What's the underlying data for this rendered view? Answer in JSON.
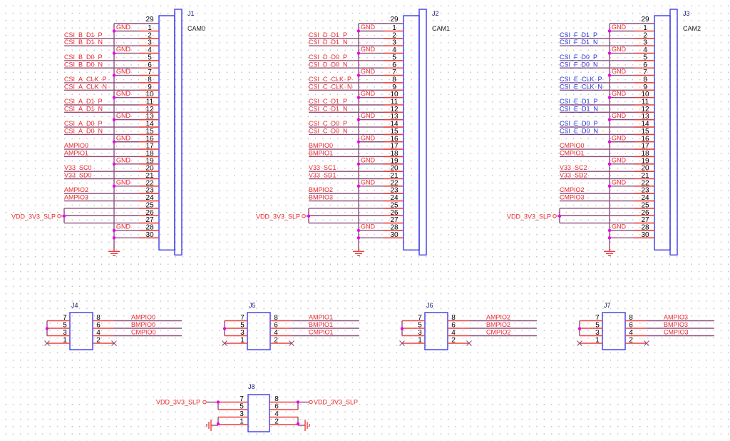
{
  "schematic": {
    "colors": {
      "wire": "#8e4d7e",
      "pin": "#f03c3c",
      "body": "#3c3ce6",
      "junction": "#ee00ee",
      "net_red": "#e8292b",
      "net_blue": "#2332d8"
    },
    "cam_connectors": [
      {
        "ref": "J1",
        "value": "CAM0",
        "net_color": "red",
        "pin_top_label": "29",
        "rows": [
          {
            "pin": "1",
            "net": "GND",
            "gnd": true
          },
          {
            "pin": "2",
            "net": "CSI_B_D1_P"
          },
          {
            "pin": "3",
            "net": "CSI_B_D1_N"
          },
          {
            "pin": "4",
            "net": "GND",
            "gnd": true
          },
          {
            "pin": "5",
            "net": "CSI_B_D0_P"
          },
          {
            "pin": "6",
            "net": "CSI_B_D0_N"
          },
          {
            "pin": "7",
            "net": "GND",
            "gnd": true
          },
          {
            "pin": "8",
            "net": "CSI_A_CLK_P"
          },
          {
            "pin": "9",
            "net": "CSI_A_CLK_N"
          },
          {
            "pin": "10",
            "net": "GND",
            "gnd": true
          },
          {
            "pin": "11",
            "net": "CSI_A_D1_P"
          },
          {
            "pin": "12",
            "net": "CSI_A_D1_N"
          },
          {
            "pin": "13",
            "net": "GND",
            "gnd": true
          },
          {
            "pin": "14",
            "net": "CSI_A_D0_P"
          },
          {
            "pin": "15",
            "net": "CSI_A_D0_N"
          },
          {
            "pin": "16",
            "net": "GND",
            "gnd": true
          },
          {
            "pin": "17",
            "net": "AMPIO0"
          },
          {
            "pin": "18",
            "net": "AMPIO1"
          },
          {
            "pin": "19",
            "net": "GND",
            "gnd": true
          },
          {
            "pin": "20",
            "net": "V33_SC0"
          },
          {
            "pin": "21",
            "net": "V33_SD0"
          },
          {
            "pin": "22",
            "net": "GND",
            "gnd": true
          },
          {
            "pin": "23",
            "net": "AMPIO2"
          },
          {
            "pin": "24",
            "net": "AMPIO3"
          },
          {
            "pin": "25",
            "net": ""
          },
          {
            "pin": "26",
            "net": "",
            "vdd": true
          },
          {
            "pin": "27",
            "net": "",
            "vdd": true
          },
          {
            "pin": "28",
            "net": "GND",
            "gnd": true
          },
          {
            "pin": "30",
            "net": "",
            "gnd": true
          }
        ],
        "power_label": "VDD_3V3_SLP"
      },
      {
        "ref": "J2",
        "value": "CAM1",
        "net_color": "red",
        "pin_top_label": "29",
        "rows": [
          {
            "pin": "1",
            "net": "GND",
            "gnd": true
          },
          {
            "pin": "2",
            "net": "CSI_D_D1_P"
          },
          {
            "pin": "3",
            "net": "CSI_D_D1_N"
          },
          {
            "pin": "4",
            "net": "GND",
            "gnd": true
          },
          {
            "pin": "5",
            "net": "CSI_D_D0_P"
          },
          {
            "pin": "6",
            "net": "CSI_D_D0_N"
          },
          {
            "pin": "7",
            "net": "GND",
            "gnd": true
          },
          {
            "pin": "8",
            "net": "CSI_C_CLK_P"
          },
          {
            "pin": "9",
            "net": "CSI_C_CLK_N"
          },
          {
            "pin": "10",
            "net": "GND",
            "gnd": true
          },
          {
            "pin": "11",
            "net": "CSI_C_D1_P"
          },
          {
            "pin": "12",
            "net": "CSI_C_D1_N"
          },
          {
            "pin": "13",
            "net": "GND",
            "gnd": true
          },
          {
            "pin": "14",
            "net": "CSI_C_D0_P"
          },
          {
            "pin": "15",
            "net": "CSI_C_D0_N"
          },
          {
            "pin": "16",
            "net": "GND",
            "gnd": true
          },
          {
            "pin": "17",
            "net": "BMPIO0"
          },
          {
            "pin": "18",
            "net": "BMPIO1"
          },
          {
            "pin": "19",
            "net": "GND",
            "gnd": true
          },
          {
            "pin": "20",
            "net": "V33_SC1"
          },
          {
            "pin": "21",
            "net": "V33_SD1"
          },
          {
            "pin": "22",
            "net": "GND",
            "gnd": true
          },
          {
            "pin": "23",
            "net": "BMPIO2"
          },
          {
            "pin": "24",
            "net": "BMPIO3"
          },
          {
            "pin": "25",
            "net": ""
          },
          {
            "pin": "26",
            "net": "",
            "vdd": true
          },
          {
            "pin": "27",
            "net": "",
            "vdd": true
          },
          {
            "pin": "28",
            "net": "GND",
            "gnd": true
          },
          {
            "pin": "30",
            "net": "",
            "gnd": true
          }
        ],
        "power_label": "VDD_3V3_SLP"
      },
      {
        "ref": "J3",
        "value": "CAM2",
        "net_color": "mixed",
        "pin_top_label": "29",
        "rows": [
          {
            "pin": "1",
            "net": "GND",
            "gnd": true
          },
          {
            "pin": "2",
            "net": "CSI_F_D1_P",
            "blue": true
          },
          {
            "pin": "3",
            "net": "CSI_F_D1_N",
            "blue": true
          },
          {
            "pin": "4",
            "net": "GND",
            "gnd": true
          },
          {
            "pin": "5",
            "net": "CSI_F_D0_P",
            "blue": true
          },
          {
            "pin": "6",
            "net": "CSI_F_D0_N",
            "blue": true
          },
          {
            "pin": "7",
            "net": "GND",
            "gnd": true
          },
          {
            "pin": "8",
            "net": "CSI_E_CLK_P",
            "blue": true
          },
          {
            "pin": "9",
            "net": "CSI_E_CLK_N",
            "blue": true
          },
          {
            "pin": "10",
            "net": "GND",
            "gnd": true
          },
          {
            "pin": "11",
            "net": "CSI_E_D1_P",
            "blue": true
          },
          {
            "pin": "12",
            "net": "CSI_E_D1_N",
            "blue": true
          },
          {
            "pin": "13",
            "net": "GND",
            "gnd": true
          },
          {
            "pin": "14",
            "net": "CSI_E_D0_P",
            "blue": true
          },
          {
            "pin": "15",
            "net": "CSI_E_D0_N",
            "blue": true
          },
          {
            "pin": "16",
            "net": "GND",
            "gnd": true
          },
          {
            "pin": "17",
            "net": "CMPIO0"
          },
          {
            "pin": "18",
            "net": "CMPIO1"
          },
          {
            "pin": "19",
            "net": "GND",
            "gnd": true
          },
          {
            "pin": "20",
            "net": "V33_SC2"
          },
          {
            "pin": "21",
            "net": "V33_SD2"
          },
          {
            "pin": "22",
            "net": "GND",
            "gnd": true
          },
          {
            "pin": "23",
            "net": "CMPIO2"
          },
          {
            "pin": "24",
            "net": "CMPIO3"
          },
          {
            "pin": "25",
            "net": ""
          },
          {
            "pin": "26",
            "net": "",
            "vdd": true
          },
          {
            "pin": "27",
            "net": "",
            "vdd": true
          },
          {
            "pin": "28",
            "net": "GND",
            "gnd": true
          },
          {
            "pin": "30",
            "net": "",
            "gnd": true
          }
        ],
        "power_label": "VDD_3V3_SLP"
      }
    ],
    "jumper_headers": [
      {
        "ref": "J4",
        "left_pins": [
          "7",
          "5",
          "3",
          "1"
        ],
        "right_pins": [
          "8",
          "6",
          "4",
          "2"
        ],
        "nets": [
          "AMPIO0",
          "BMPIO0",
          "CMPIO0"
        ]
      },
      {
        "ref": "J5",
        "left_pins": [
          "7",
          "5",
          "3",
          "1"
        ],
        "right_pins": [
          "8",
          "6",
          "4",
          "2"
        ],
        "nets": [
          "AMPIO1",
          "BMPIO1",
          "CMPIO1"
        ]
      },
      {
        "ref": "J6",
        "left_pins": [
          "7",
          "5",
          "3",
          "1"
        ],
        "right_pins": [
          "8",
          "6",
          "4",
          "2"
        ],
        "nets": [
          "AMPIO2",
          "BMPIO2",
          "CMPIO2"
        ]
      },
      {
        "ref": "J7",
        "left_pins": [
          "7",
          "5",
          "3",
          "1"
        ],
        "right_pins": [
          "8",
          "6",
          "4",
          "2"
        ],
        "nets": [
          "AMPIO3",
          "BMPIO3",
          "CMPIO3"
        ]
      }
    ],
    "power_header": {
      "ref": "J8",
      "left_pins": [
        "7",
        "5",
        "3",
        "1"
      ],
      "right_pins": [
        "8",
        "6",
        "4",
        "2"
      ],
      "left_power_label": "VDD_3V3_SLP",
      "right_power_label": "VDD_3V3_SLP"
    }
  }
}
